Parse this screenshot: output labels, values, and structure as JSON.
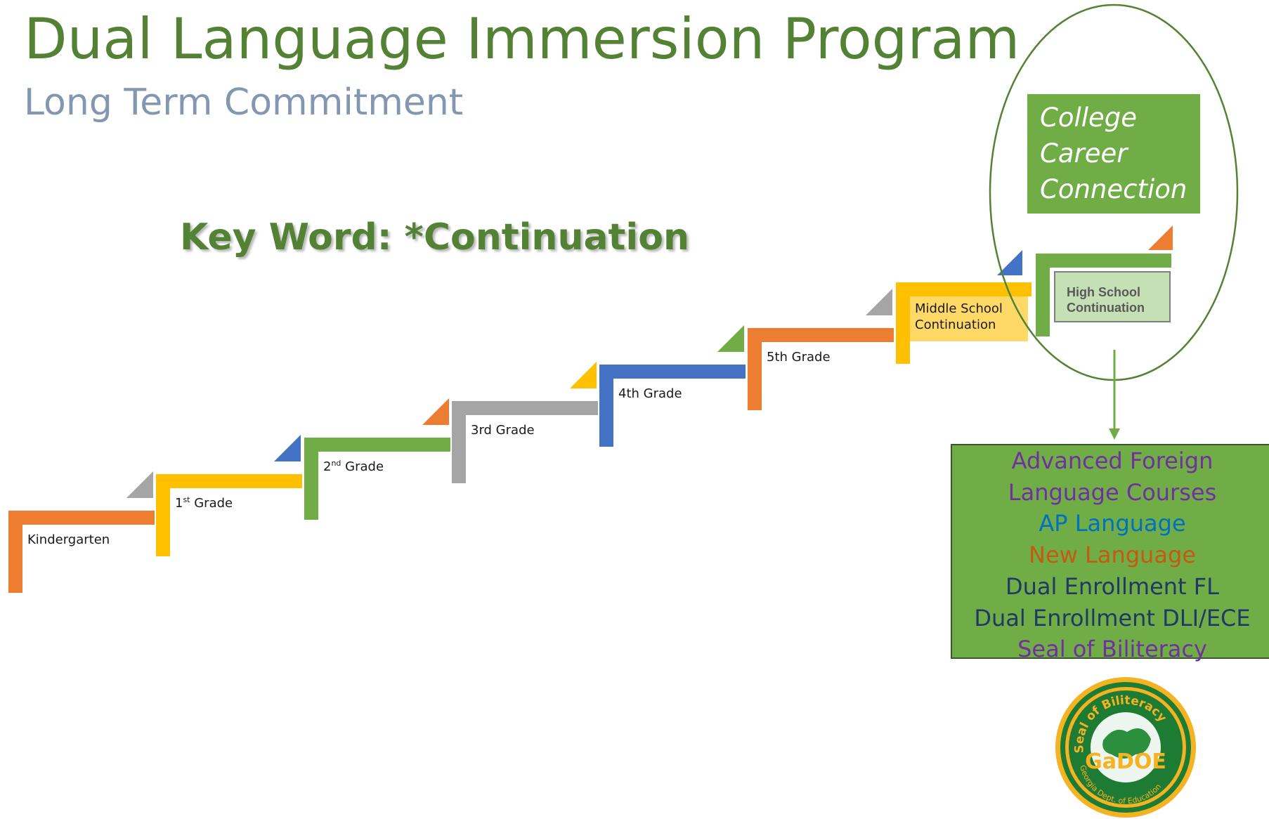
{
  "title": "Dual Language Immersion Program",
  "subtitle": "Long Term Commitment",
  "keyword": "Key Word:  *Continuation",
  "steps": [
    {
      "label": "Kindergarten",
      "sup": "",
      "rest": "",
      "color": "#ed7d31",
      "accent": "#a5a5a5"
    },
    {
      "label": "1",
      "sup": "st",
      "rest": " Grade",
      "color": "#ffc000",
      "accent": "#4472c4"
    },
    {
      "label": "2",
      "sup": "nd",
      "rest": " Grade",
      "color": "#70ad47",
      "accent": "#ed7d31"
    },
    {
      "label": "3rd Grade",
      "sup": "",
      "rest": "",
      "color": "#a5a5a5",
      "accent": "#ffc000"
    },
    {
      "label": "4th Grade",
      "sup": "",
      "rest": "",
      "color": "#4472c4",
      "accent": "#70ad47"
    },
    {
      "label": "5th Grade",
      "sup": "",
      "rest": "",
      "color": "#ed7d31",
      "accent": "#a5a5a5"
    }
  ],
  "middle_school": {
    "line1": "Middle School",
    "line2": "Continuation",
    "color": "#ffc000",
    "fill": "#ffd966",
    "accent": "#4472c4"
  },
  "high_school": {
    "line1": "High School",
    "line2": "Continuation",
    "color": "#70ad47",
    "fill": "#c5e0b4",
    "accent": "#ed7d31"
  },
  "college_box": {
    "lines": [
      "College",
      "Career",
      "Connection"
    ],
    "color": "#70ad47"
  },
  "options": [
    {
      "text": "Advanced Foreign",
      "color": "#7030a0"
    },
    {
      "text": "Language Courses",
      "color": "#7030a0"
    },
    {
      "text": "AP Language",
      "color": "#0070c0"
    },
    {
      "text": "New Language",
      "color": "#c55a11"
    },
    {
      "text": "Dual Enrollment FL",
      "color": "#1f3864"
    },
    {
      "text": "Dual Enrollment DLI/ECE",
      "color": "#1f3864"
    },
    {
      "text": "Seal of Biliteracy",
      "color": "#7030a0"
    }
  ],
  "seal": {
    "top_text": "Seal of Biliteracy",
    "center_text": "GaDOE",
    "bottom_text": "Georgia Dept. of Education"
  }
}
